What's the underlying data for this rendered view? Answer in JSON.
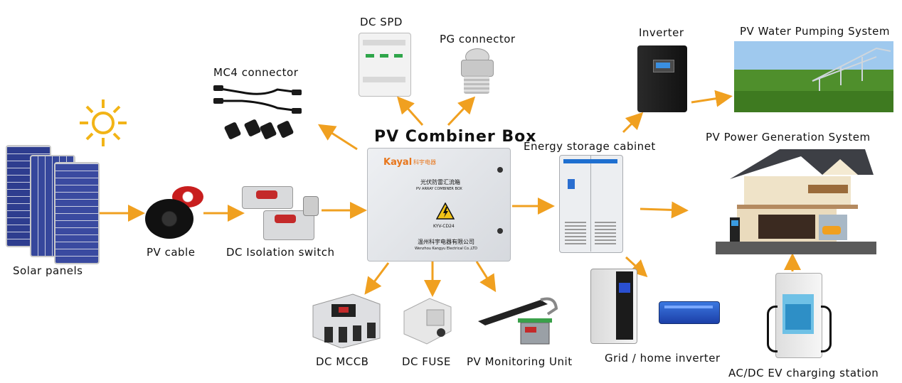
{
  "center": {
    "title": "PV Combiner Box",
    "brand": "Kayal",
    "brand_cn": "科宇电器",
    "panel_title_cn": "光伏防雷汇流箱",
    "panel_title_en": "PV ARRAY COMBINER BOX",
    "model": "KYV-CD24",
    "company_cn": "温州科宇电器有限公司",
    "company_en": "Wenzhou Kangyu Electrical Co.,LTD"
  },
  "labels": {
    "solar_panels": "Solar panels",
    "pv_cable": "PV cable",
    "dc_isolation_switch": "DC Isolation switch",
    "mc4_connector": "MC4 connector",
    "dc_spd": "DC SPD",
    "pg_connector": "PG connector",
    "inverter": "Inverter",
    "pv_water_pumping": "PV Water Pumping System",
    "energy_storage_cabinet": "Energy storage cabinet",
    "pv_power_generation": "PV Power Generation System",
    "dc_mccb": "DC MCCB",
    "dc_fuse": "DC FUSE",
    "pv_monitoring_unit": "PV Monitoring Unit",
    "grid_home_inverter": "Grid / home inverter",
    "ev_charging_station": "AC/DC EV charging station"
  },
  "colors": {
    "arrow": "#f0a020",
    "panel": "#3a4aa0",
    "box": "#e4e6ea"
  }
}
